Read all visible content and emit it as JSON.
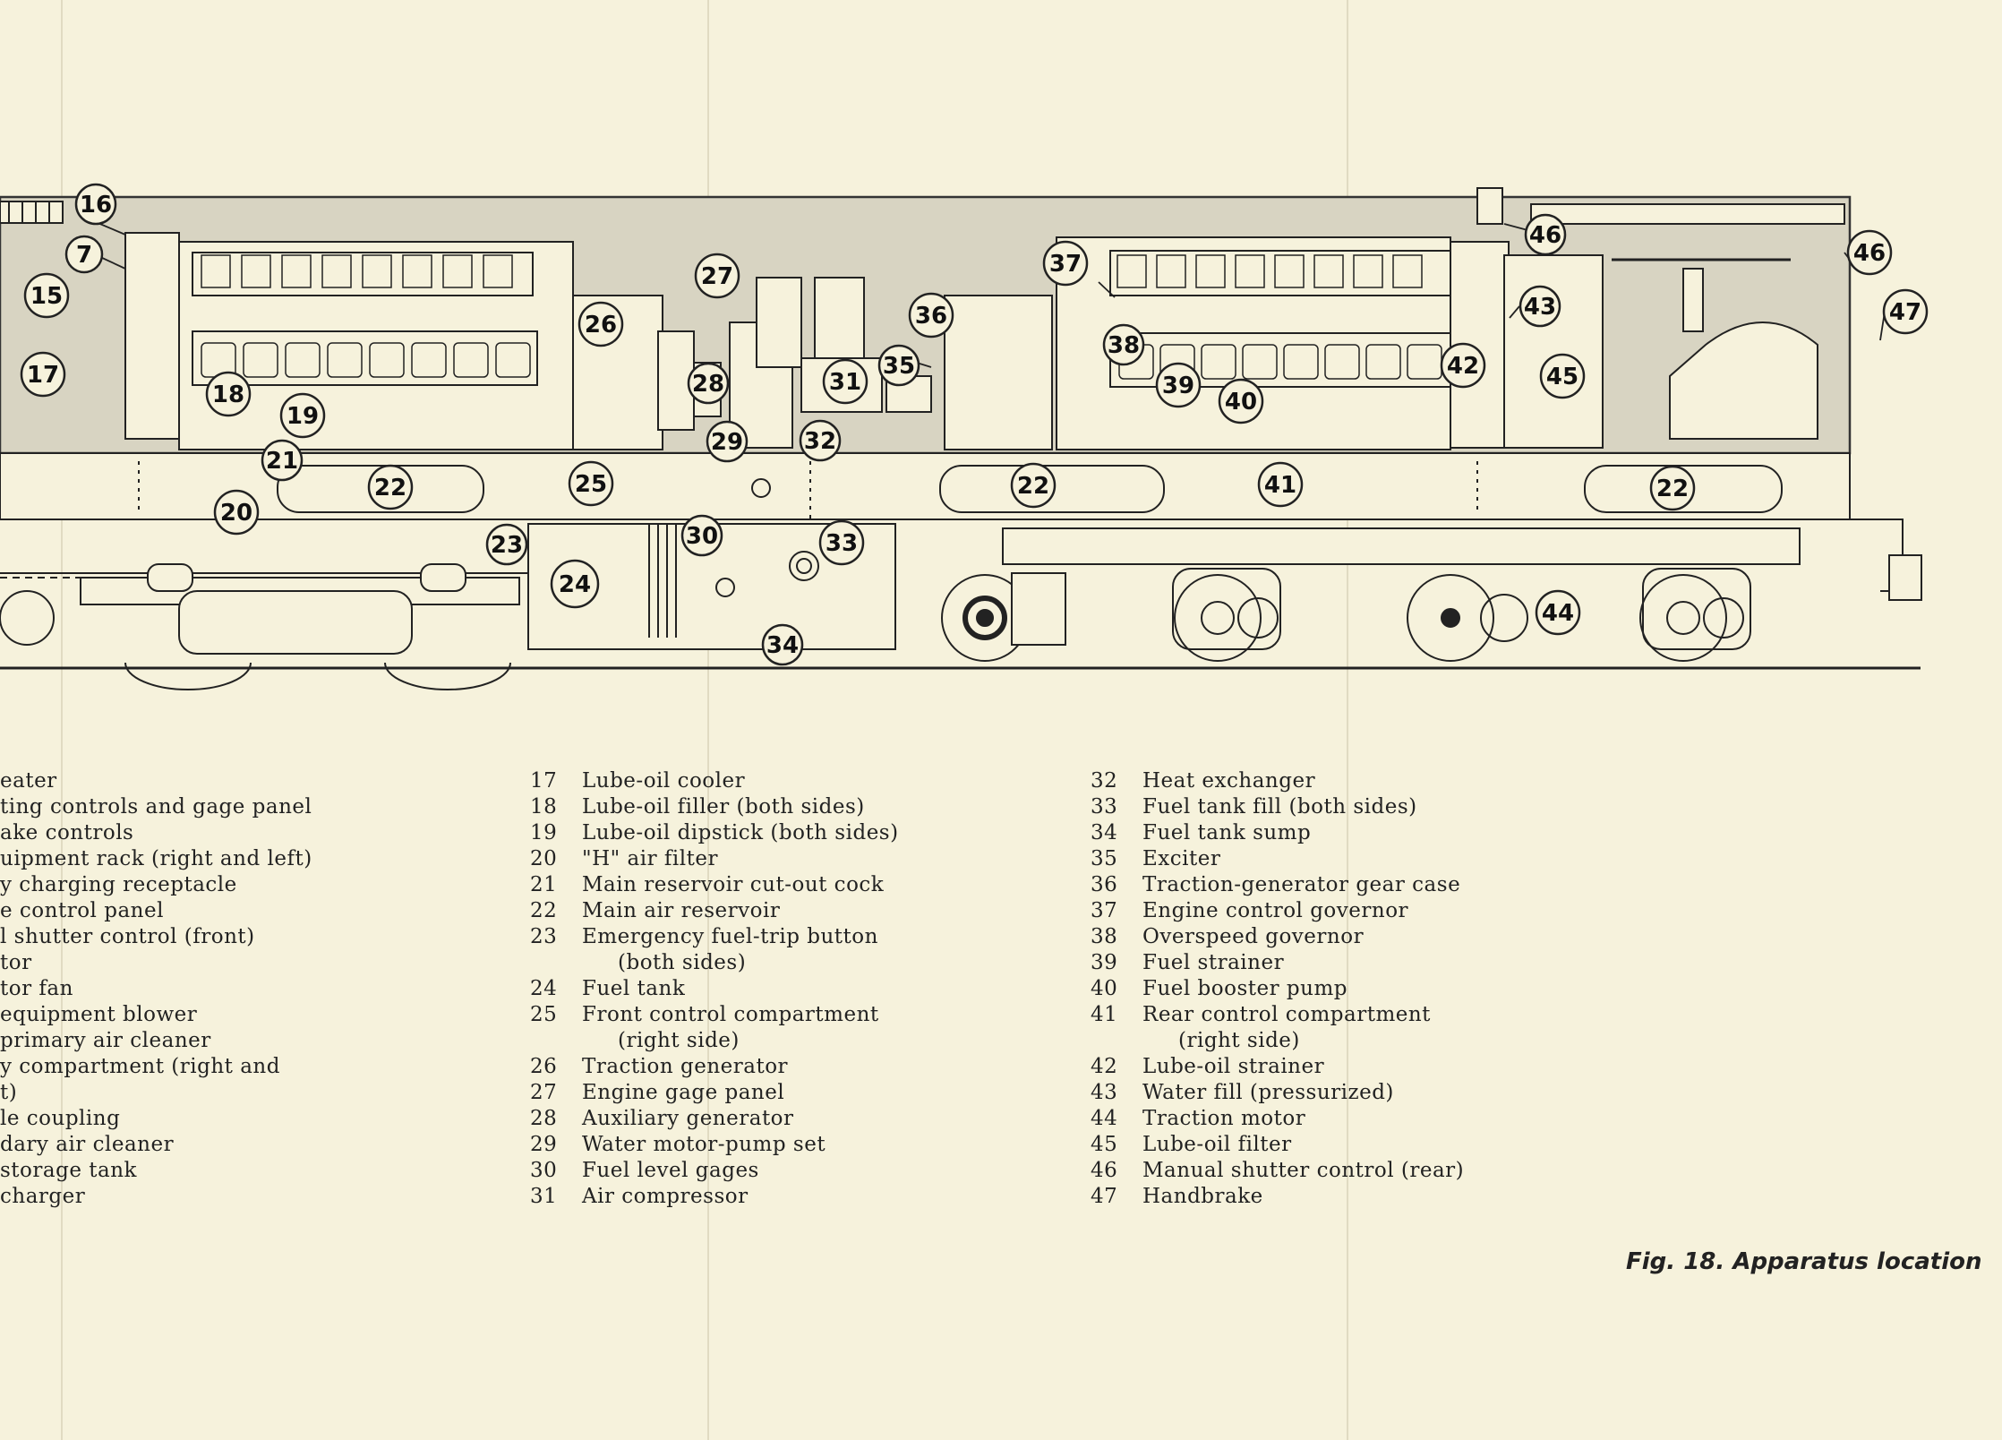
{
  "figure": {
    "caption": "Fig. 18. Apparatus location"
  },
  "callouts": [
    "16",
    "7",
    "15",
    "17",
    "18",
    "19",
    "21",
    "20",
    "22",
    "25",
    "23",
    "24",
    "26",
    "27",
    "28",
    "29",
    "30",
    "33",
    "34",
    "31",
    "32",
    "35",
    "36",
    "37",
    "38",
    "39",
    "40",
    "22",
    "41",
    "42",
    "45",
    "43",
    "46",
    "46",
    "47",
    "22",
    "44"
  ],
  "legend": {
    "col1": [
      {
        "num": "",
        "label": "eater"
      },
      {
        "num": "",
        "label": "ting controls and gage panel"
      },
      {
        "num": "",
        "label": "ake controls"
      },
      {
        "num": "",
        "label": "uipment rack (right and left)"
      },
      {
        "num": "",
        "label": "y charging receptacle"
      },
      {
        "num": "",
        "label": "e control panel"
      },
      {
        "num": "",
        "label": "l shutter control (front)"
      },
      {
        "num": "",
        "label": "tor"
      },
      {
        "num": "",
        "label": "tor fan"
      },
      {
        "num": "",
        "label": "equipment blower"
      },
      {
        "num": "",
        "label": "primary air cleaner"
      },
      {
        "num": "",
        "label": "y compartment (right and"
      },
      {
        "num": "",
        "label": "t)"
      },
      {
        "num": "",
        "label": "le coupling"
      },
      {
        "num": "",
        "label": "dary air cleaner"
      },
      {
        "num": "",
        "label": "storage tank"
      },
      {
        "num": "",
        "label": "charger"
      }
    ],
    "col2": [
      {
        "num": "17",
        "label": "Lube-oil cooler"
      },
      {
        "num": "18",
        "label": "Lube-oil filler (both sides)"
      },
      {
        "num": "19",
        "label": "Lube-oil dipstick (both sides)"
      },
      {
        "num": "20",
        "label": "\"H\" air filter"
      },
      {
        "num": "21",
        "label": "Main reservoir cut-out cock"
      },
      {
        "num": "22",
        "label": "Main air reservoir"
      },
      {
        "num": "23",
        "label": "Emergency fuel-trip button"
      },
      {
        "num": "",
        "label": "(both sides)"
      },
      {
        "num": "24",
        "label": "Fuel tank"
      },
      {
        "num": "25",
        "label": "Front control compartment"
      },
      {
        "num": "",
        "label": "(right side)"
      },
      {
        "num": "26",
        "label": "Traction generator"
      },
      {
        "num": "27",
        "label": "Engine gage panel"
      },
      {
        "num": "28",
        "label": "Auxiliary generator"
      },
      {
        "num": "29",
        "label": "Water motor-pump set"
      },
      {
        "num": "30",
        "label": "Fuel level gages"
      },
      {
        "num": "31",
        "label": "Air compressor"
      }
    ],
    "col3": [
      {
        "num": "32",
        "label": "Heat exchanger"
      },
      {
        "num": "33",
        "label": "Fuel tank fill (both sides)"
      },
      {
        "num": "34",
        "label": "Fuel tank sump"
      },
      {
        "num": "35",
        "label": "Exciter"
      },
      {
        "num": "36",
        "label": "Traction-generator gear case"
      },
      {
        "num": "37",
        "label": "Engine control governor"
      },
      {
        "num": "38",
        "label": "Overspeed governor"
      },
      {
        "num": "39",
        "label": "Fuel strainer"
      },
      {
        "num": "40",
        "label": "Fuel booster pump"
      },
      {
        "num": "41",
        "label": "Rear control compartment"
      },
      {
        "num": "",
        "label": "(right side)"
      },
      {
        "num": "42",
        "label": "Lube-oil strainer"
      },
      {
        "num": "43",
        "label": "Water fill (pressurized)"
      },
      {
        "num": "44",
        "label": "Traction motor"
      },
      {
        "num": "45",
        "label": "Lube-oil filter"
      },
      {
        "num": "46",
        "label": "Manual shutter control (rear)"
      },
      {
        "num": "47",
        "label": "Handbrake"
      }
    ]
  }
}
